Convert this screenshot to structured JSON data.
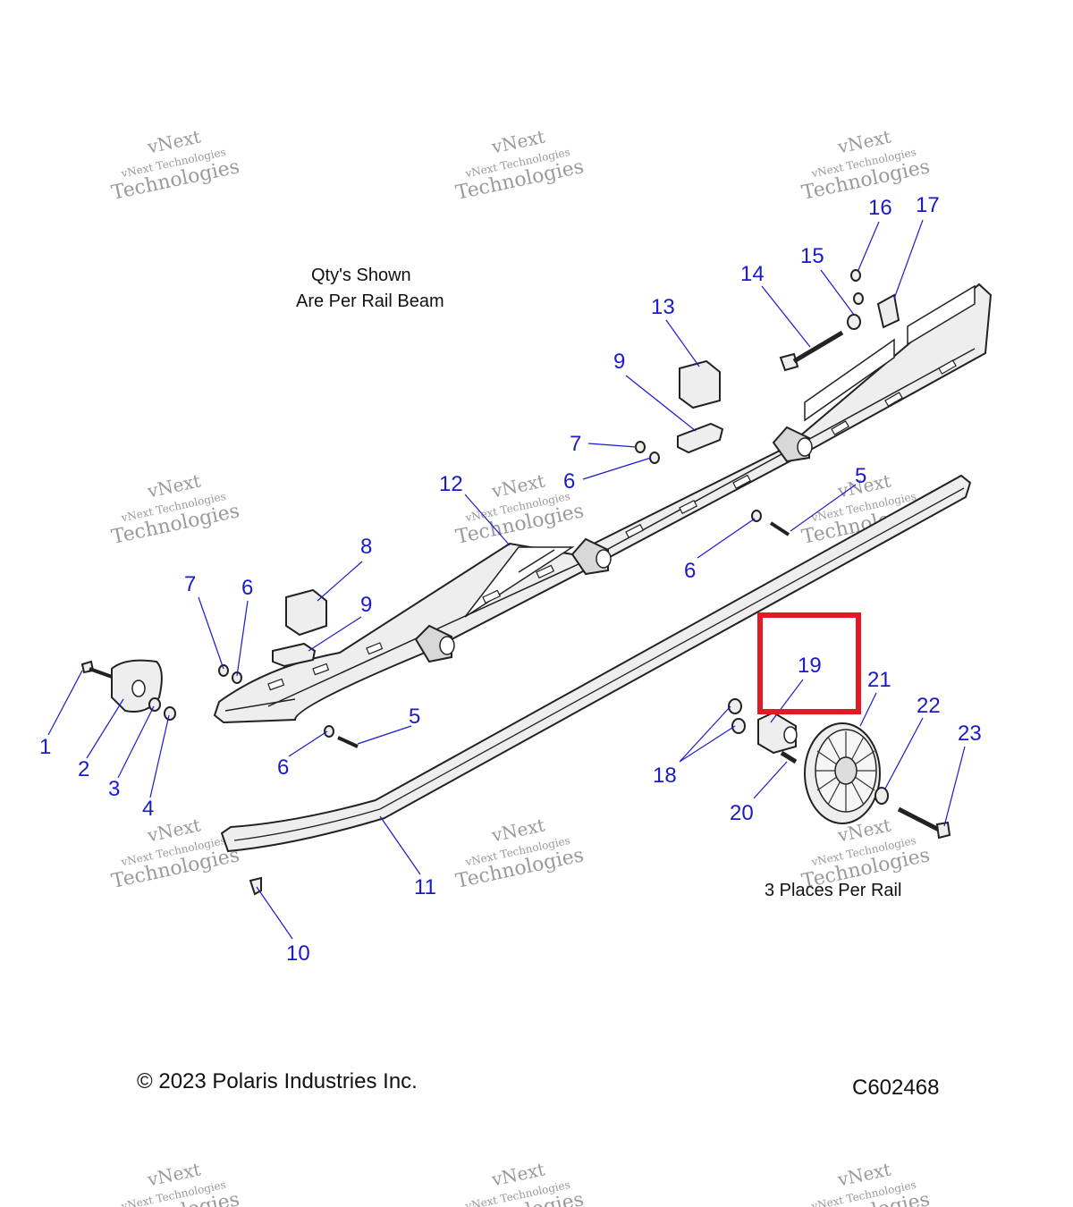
{
  "notes": {
    "qty_line1": "Qty's Shown",
    "qty_line2": "Are Per Rail Beam",
    "places": "3 Places Per Rail"
  },
  "footer": {
    "copyright": "© 2023 Polaris Industries Inc.",
    "diagram_code": "C602468"
  },
  "watermark": {
    "line1": "vNext",
    "line2": "vNext Technologies",
    "line3": "Technologies"
  },
  "callouts": [
    "1",
    "2",
    "3",
    "4",
    "5",
    "6",
    "7",
    "8",
    "9",
    "10",
    "11",
    "12",
    "13",
    "14",
    "15",
    "16",
    "17",
    "18",
    "19",
    "20",
    "21",
    "22",
    "23"
  ],
  "highlight": {
    "part": "19",
    "color": "#e01b24"
  },
  "colors": {
    "callout": "#1a1acc"
  }
}
